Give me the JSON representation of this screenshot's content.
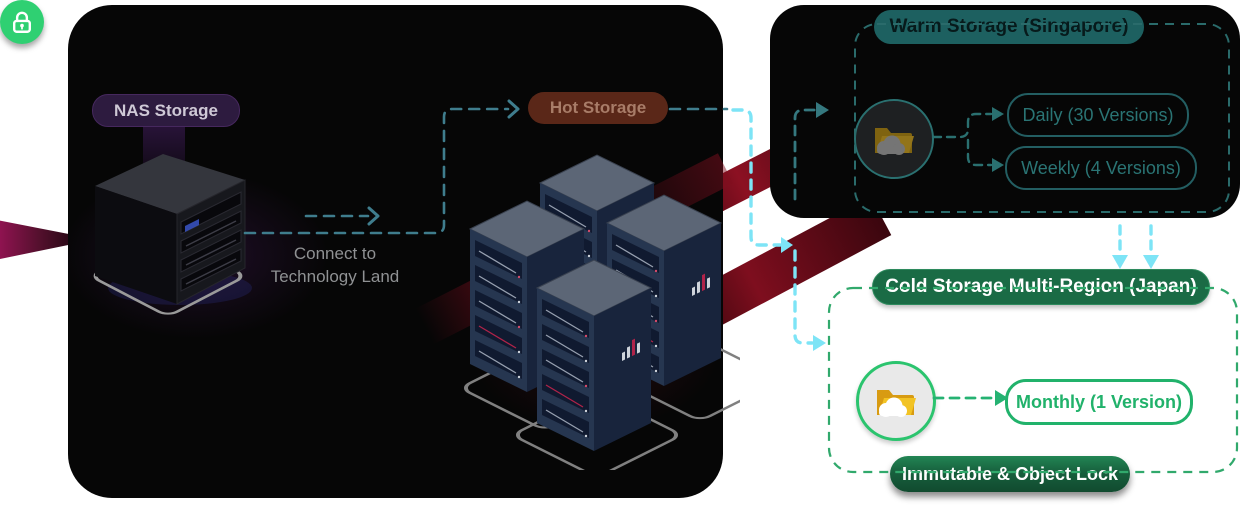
{
  "diagram": {
    "nas": {
      "badge": "NAS Storage",
      "connect_line1": "Connect to",
      "connect_line2": "Technology Land"
    },
    "hot": {
      "badge": "Hot Storage"
    },
    "warm": {
      "title": "Warm Storage (Singapore)",
      "retention": [
        {
          "label": "Daily (30 Versions)"
        },
        {
          "label": "Weekly (4 Versions)"
        }
      ]
    },
    "cold": {
      "title": "Cold Storage Multi-Region (Japan)",
      "retention": [
        {
          "label": "Monthly (1 Version)"
        }
      ],
      "lock_badge": "Immutable & Object Lock"
    }
  },
  "colors": {
    "flow_cyan": "#7de4f6",
    "flow_teal": "#3f7d8d",
    "warm_teal": "#1d6060",
    "warm_outline": "#2a6b6b",
    "cold_green_badge": "#1a6b45",
    "cold_outline": "#31a96c",
    "retention_green": "#21b26b",
    "nas_purple": "#2d1b3f",
    "hot_rust": "#5a2718",
    "lock_green": "#2fd072"
  },
  "icons": {
    "warm_bucket": "folder-cloud-icon",
    "cold_bucket": "folder-cloud-icon",
    "lock": "padlock-icon"
  }
}
